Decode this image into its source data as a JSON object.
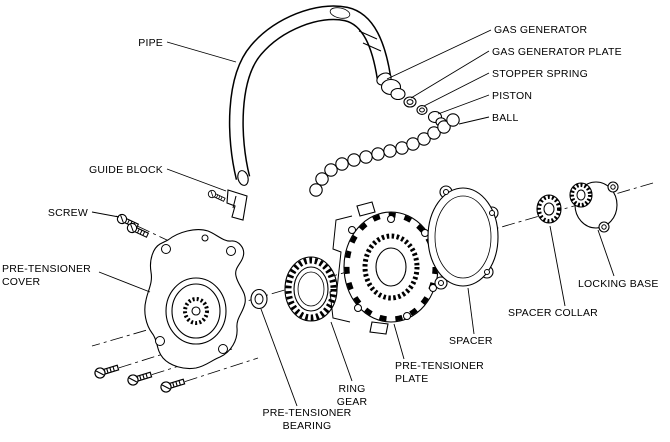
{
  "diagram": {
    "background": "#ffffff",
    "line_color": "#000000",
    "labels": {
      "pipe": "PIPE",
      "gas_generator": "GAS GENERATOR",
      "gas_generator_plate": "GAS GENERATOR PLATE",
      "stopper_spring": "STOPPER SPRING",
      "piston": "PISTON",
      "ball": "BALL",
      "guide_block": "GUIDE BLOCK",
      "screw": "SCREW",
      "pre_tensioner_cover": [
        "PRE-TENSIONER",
        "COVER"
      ],
      "locking_base": "LOCKING BASE",
      "spacer_collar": "SPACER COLLAR",
      "spacer": "SPACER",
      "pre_tensioner_plate": [
        "PRE-TENSIONER",
        "PLATE"
      ],
      "ring_gear": [
        "RING",
        "GEAR"
      ],
      "pre_tensioner_bearing": [
        "PRE-TENSIONER",
        "BEARING"
      ]
    }
  }
}
